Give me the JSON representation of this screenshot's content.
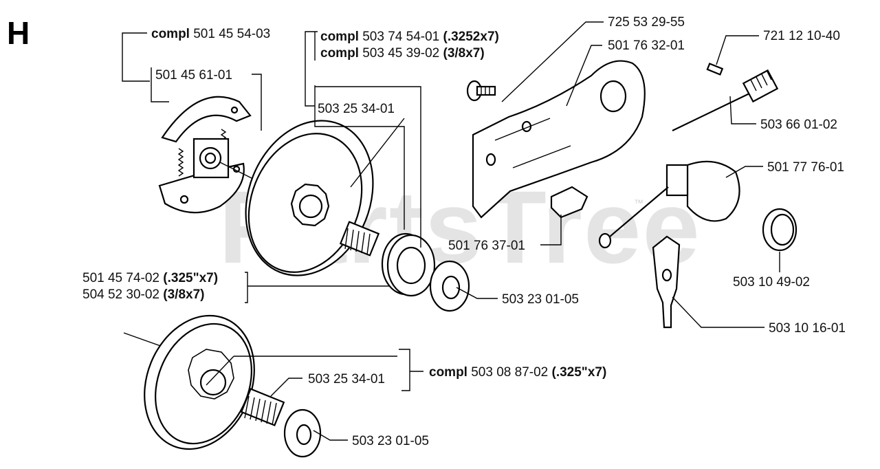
{
  "section_letter": "H",
  "watermark": {
    "text": "PartsTree",
    "trademark": "™"
  },
  "labels": {
    "l1": {
      "bold": "compl",
      "text": " 501 45 54-03",
      "suffix": ""
    },
    "l2": {
      "bold": "",
      "text": "501 45 61-01",
      "suffix": ""
    },
    "l3": {
      "bold": "compl",
      "text": " 503 74 54-01 ",
      "suffix": "(.3252x7)"
    },
    "l4": {
      "bold": "compl",
      "text": " 503 45 39-02 ",
      "suffix": "(3/8x7)"
    },
    "l5": {
      "bold": "",
      "text": "503 25 34-01",
      "suffix": ""
    },
    "l6": {
      "bold": "",
      "text": "725 53 29-55",
      "suffix": ""
    },
    "l7": {
      "bold": "",
      "text": "501 76 32-01",
      "suffix": ""
    },
    "l8": {
      "bold": "",
      "text": "721 12 10-40",
      "suffix": ""
    },
    "l9": {
      "bold": "",
      "text": "503 66 01-02",
      "suffix": ""
    },
    "l10": {
      "bold": "",
      "text": "501 77 76-01",
      "suffix": ""
    },
    "l11": {
      "bold": "",
      "text": "501 76 37-01",
      "suffix": ""
    },
    "l12": {
      "bold": "",
      "text": "503 10 49-02",
      "suffix": ""
    },
    "l13": {
      "bold": "",
      "text": "501 45 74-02 ",
      "suffix": "(.325\"x7)"
    },
    "l14": {
      "bold": "",
      "text": "504 52 30-02 ",
      "suffix": "(3/8x7)"
    },
    "l15": {
      "bold": "",
      "text": "503 23 01-05",
      "suffix": ""
    },
    "l16": {
      "bold": "",
      "text": "503 10 16-01",
      "suffix": ""
    },
    "l17": {
      "bold": "compl",
      "text": " 503 08 87-02 ",
      "suffix": "(.325\"x7)"
    },
    "l18": {
      "bold": "",
      "text": "503 25 34-01",
      "suffix": ""
    },
    "l19": {
      "bold": "",
      "text": "503 23 01-05",
      "suffix": ""
    }
  }
}
